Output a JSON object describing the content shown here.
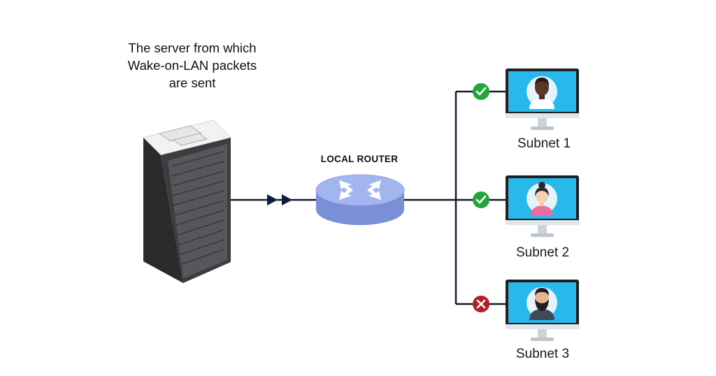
{
  "server": {
    "caption_lines": [
      "The server from which",
      "Wake-on-LAN packets",
      "are sent"
    ]
  },
  "router": {
    "label": "LOCAL ROUTER"
  },
  "subnets": [
    {
      "label": "Subnet 1",
      "status": "success",
      "avatar": "man-icon"
    },
    {
      "label": "Subnet 2",
      "status": "success",
      "avatar": "woman-icon"
    },
    {
      "label": "Subnet 3",
      "status": "failed",
      "avatar": "bearded-man-icon"
    }
  ],
  "colors": {
    "line": "#111a2e",
    "arrow": "#0e1b3d",
    "success": "#22a63a",
    "failed": "#b01f24",
    "screen": "#29b8ec",
    "router_top": "#a3b5ef",
    "router_side": "#7b8fd8",
    "server_body": "#3d3d3f"
  }
}
